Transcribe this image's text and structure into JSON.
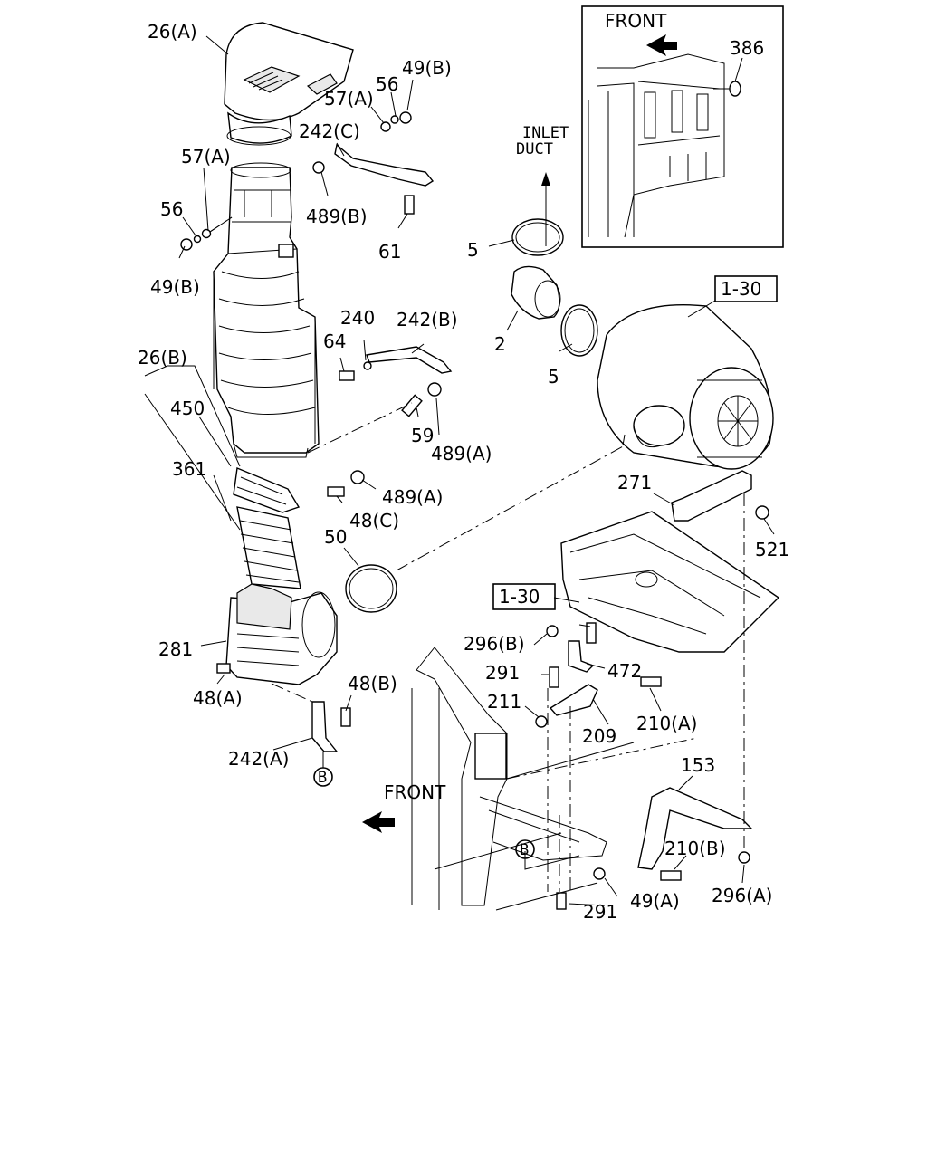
{
  "inset": {
    "front_label": "FRONT",
    "part_386": "386"
  },
  "inlet_duct": {
    "line1": "INLET",
    "line2": "DUCT"
  },
  "front_label_main": "FRONT",
  "ref_boxes": {
    "top": "1-30",
    "middle": "1-30"
  },
  "callouts": {
    "c26a": "26(A)",
    "c57a_top": "57(A)",
    "c56_top": "56",
    "c49b_top": "49(B)",
    "c242c": "242(C)",
    "c57a_left": "57(A)",
    "c489b": "489(B)",
    "c56_left": "56",
    "c61": "61",
    "c49b_left": "49(B)",
    "c5_top": "5",
    "c2": "2",
    "c5_bottom": "5",
    "c240": "240",
    "c242b": "242(B)",
    "c64": "64",
    "c26b": "26(B)",
    "c450": "450",
    "c59": "59",
    "c489a_top": "489(A)",
    "c361": "361",
    "c489a_mid": "489(A)",
    "c48c": "48(C)",
    "c271": "271",
    "c521": "521",
    "c50": "50",
    "c281": "281",
    "c296b": "296(B)",
    "c291_top": "291",
    "c472": "472",
    "c48a": "48(A)",
    "c48b": "48(B)",
    "c211": "211",
    "c210a": "210(A)",
    "c209": "209",
    "c242a": "242(A)",
    "c153": "153",
    "c210b": "210(B)",
    "c49a": "49(A)",
    "c296a": "296(A)",
    "c291_bottom": "291"
  },
  "circle_markers": {
    "b_left": "B",
    "b_chassis": "B"
  }
}
